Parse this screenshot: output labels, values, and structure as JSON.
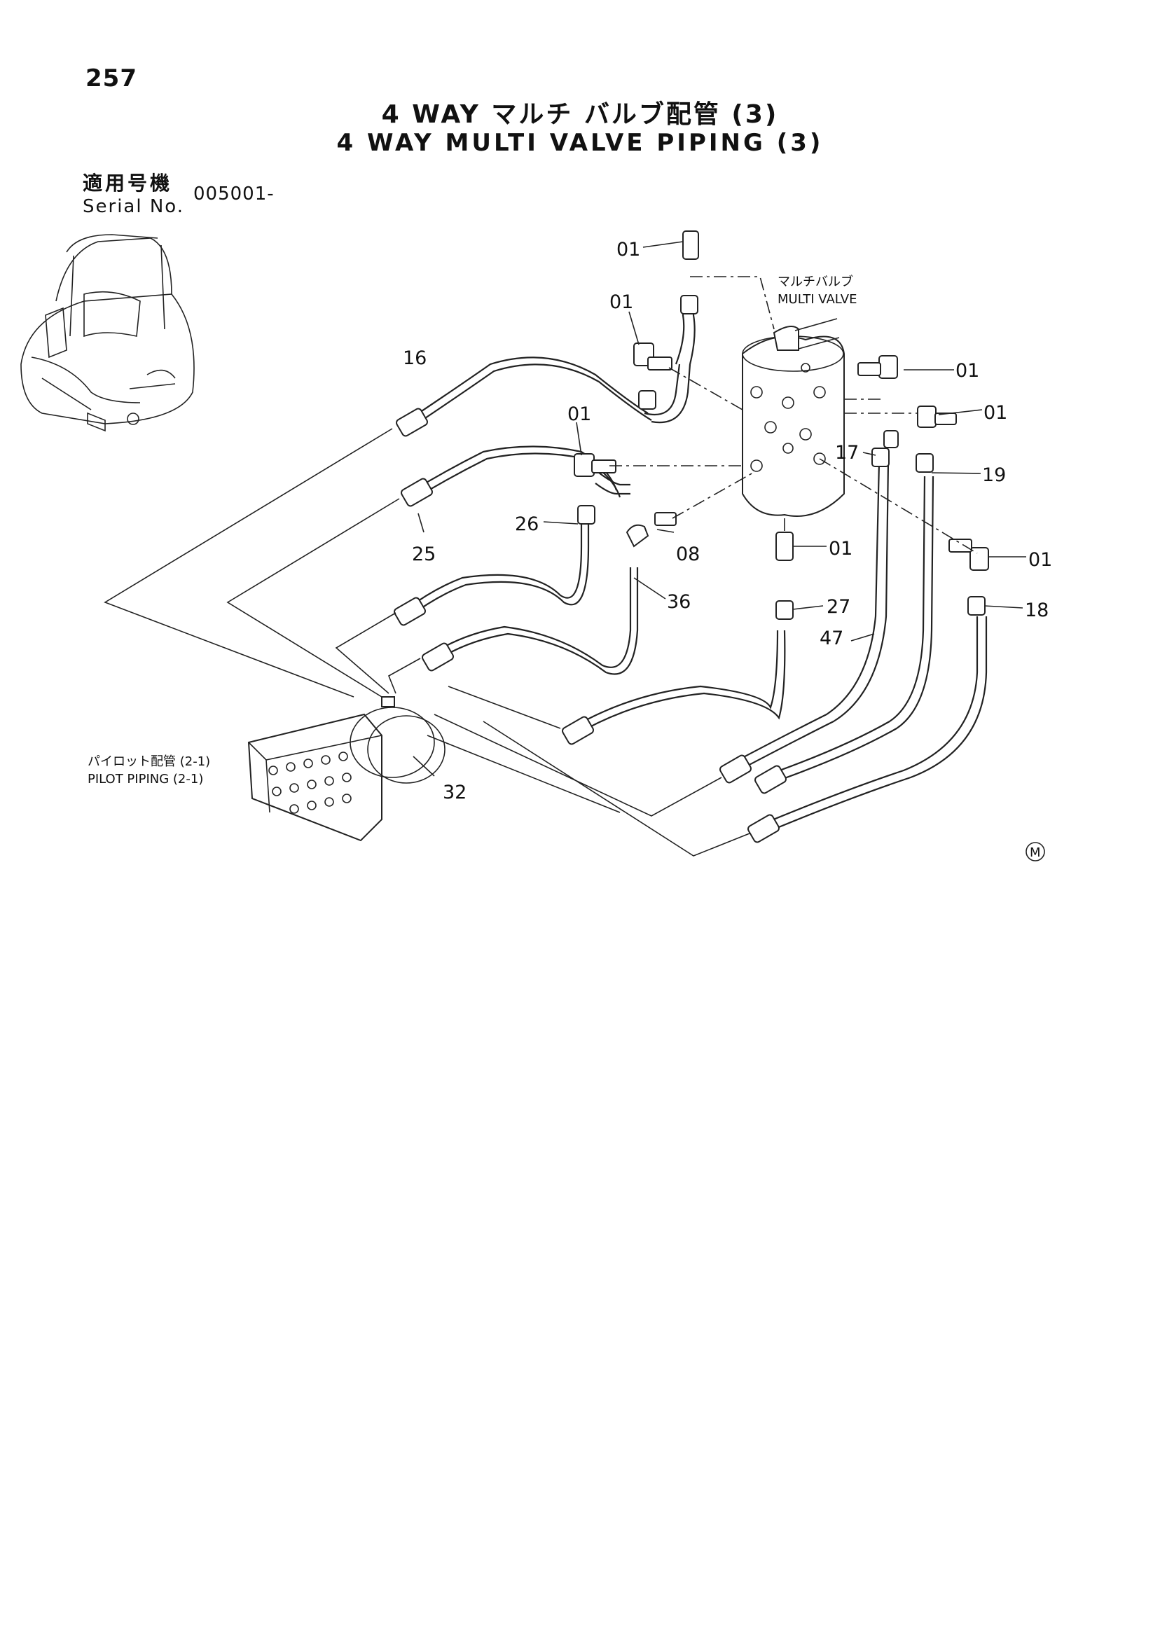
{
  "page_number": "257",
  "title_jp": "4 WAY マルチ バルブ配管 (3)",
  "title_en": "4 WAY MULTI VALVE PIPING (3)",
  "serial": {
    "label_jp": "適用号機",
    "label_en": "Serial No.",
    "value": "005001-"
  },
  "components": {
    "multi_valve_jp": "マルチバルブ",
    "multi_valve_en": "MULTI VALVE",
    "pilot_piping_jp": "パイロット配管 (2-1)",
    "pilot_piping_en": "PILOT PIPING (2-1)"
  },
  "callouts": [
    "01",
    "01",
    "01",
    "01",
    "01",
    "01",
    "01",
    "16",
    "25",
    "26",
    "08",
    "36",
    "27",
    "47",
    "17",
    "19",
    "18",
    "32"
  ],
  "mark": "M"
}
